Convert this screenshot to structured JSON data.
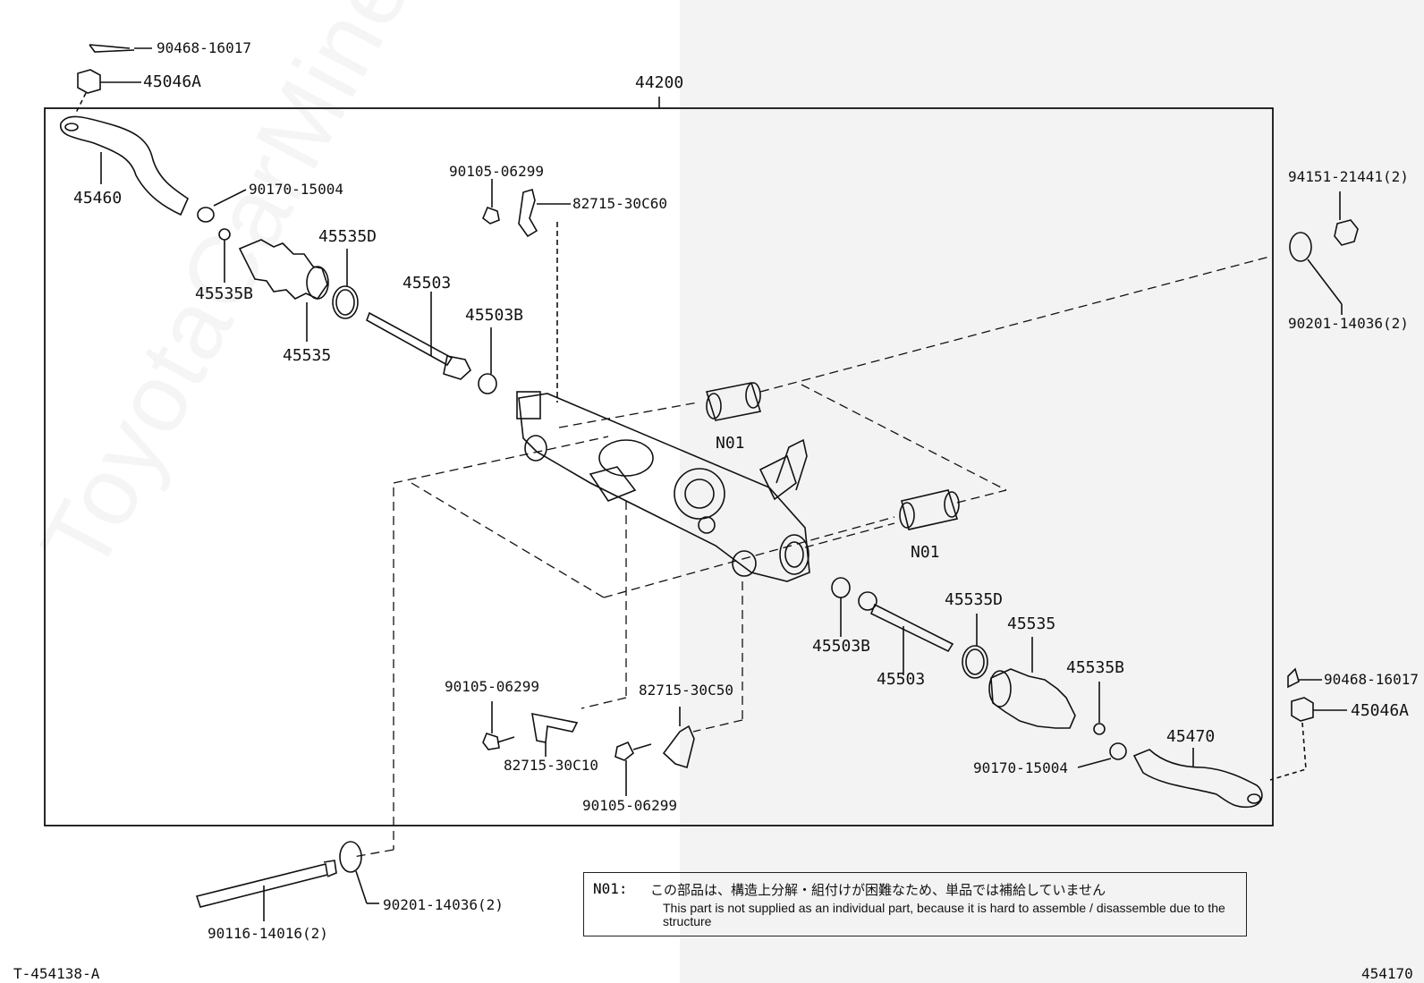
{
  "watermark": "ToyotaCarMine.ru",
  "footer": {
    "left_code": "T-454138-A",
    "right_code": "454170"
  },
  "note": {
    "code": "N01:",
    "japanese": "この部品は、構造上分解・組付けが困難なため、単品では補給していません",
    "english": "This part is not supplied as an individual part, because it is hard to assemble / disassemble due to the structure"
  },
  "assembly_label": "44200",
  "labels": {
    "p90468_16017_l": "90468-16017",
    "p45046a_l": "45046A",
    "p45460": "45460",
    "p90170_15004_l": "90170-15004",
    "p45535b_l": "45535B",
    "p45535d_l": "45535D",
    "p45535_l": "45535",
    "p45503_l": "45503",
    "p45503b_l": "45503B",
    "p90105_06299_top": "90105-06299",
    "p82715_30c60": "82715-30C60",
    "p94151_21441": "94151-21441(2)",
    "p90201_14036_r": "90201-14036(2)",
    "n01_top": "N01",
    "n01_bottom": "N01",
    "p45503b_r": "45503B",
    "p45503_r": "45503",
    "p45535d_r": "45535D",
    "p45535_r": "45535",
    "p45535b_r": "45535B",
    "p90468_16017_r": "90468-16017",
    "p45046a_r": "45046A",
    "p45470": "45470",
    "p90170_15004_r": "90170-15004",
    "p90105_06299_mid": "90105-06299",
    "p82715_30c50": "82715-30C50",
    "p82715_30c10": "82715-30C10",
    "p90105_06299_bot": "90105-06299",
    "p90201_14036_bl": "90201-14036(2)",
    "p90116_14016": "90116-14016(2)"
  }
}
